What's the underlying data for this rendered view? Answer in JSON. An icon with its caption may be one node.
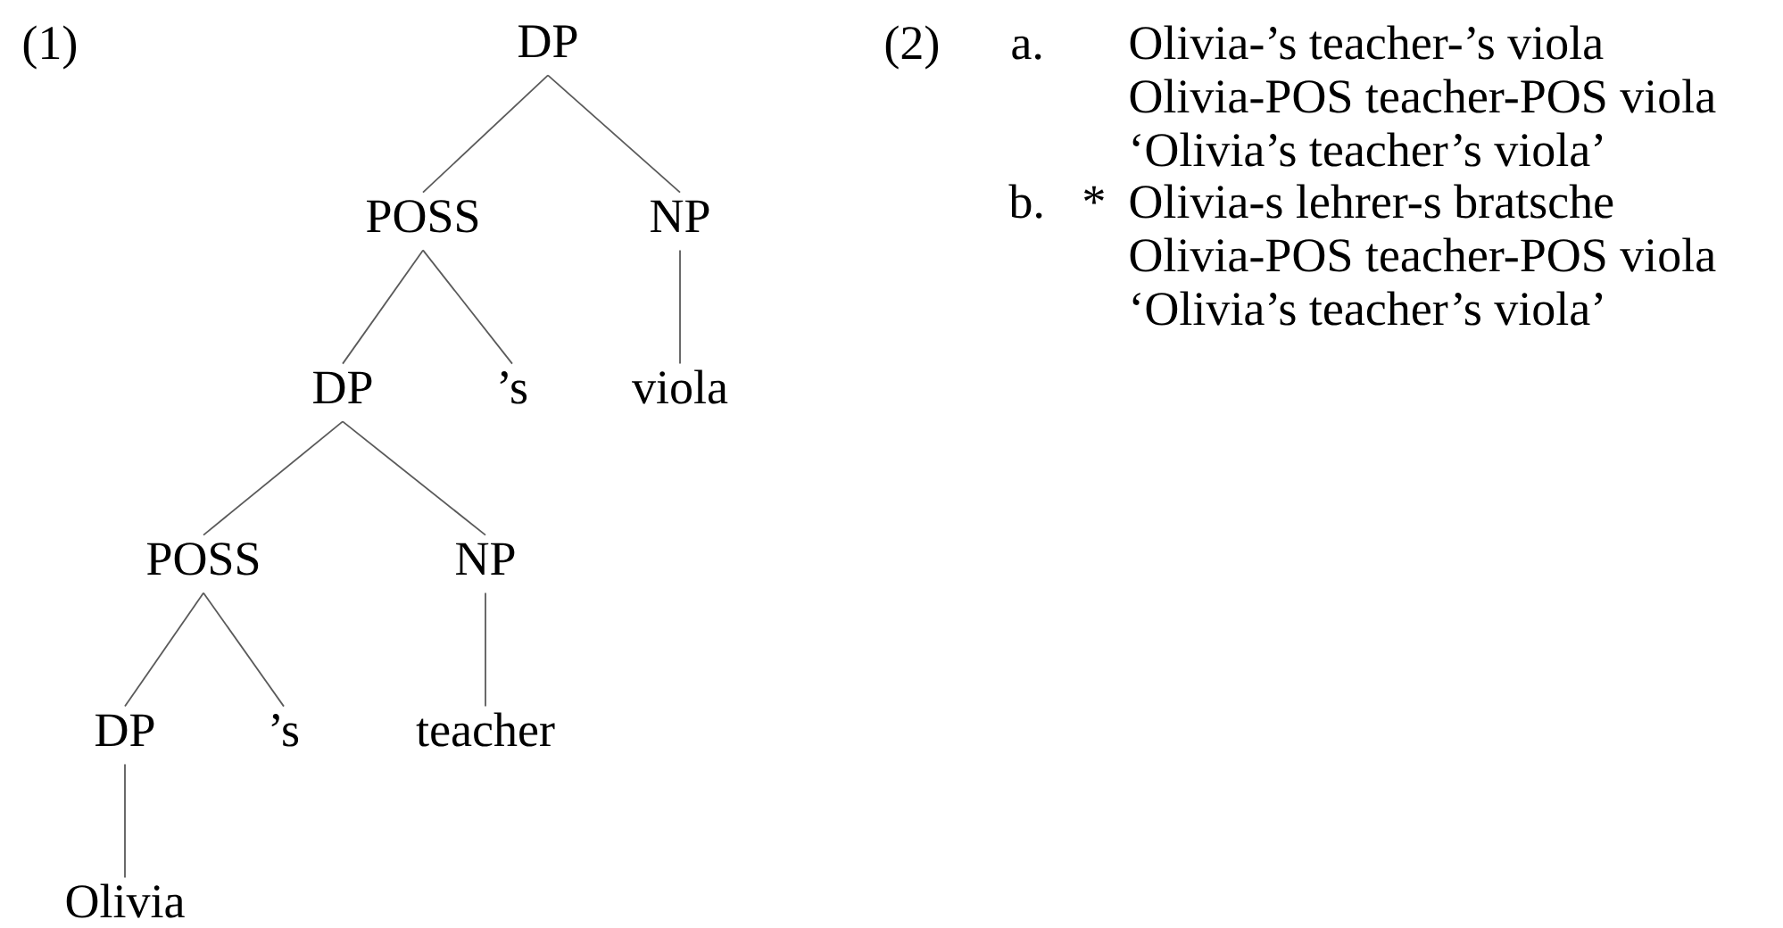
{
  "diagram": {
    "nodes": [
      {
        "text": [
          "DP"
        ]
      },
      {
        "text": [
          "POSS"
        ]
      },
      {
        "text": [
          "NP"
        ]
      },
      {
        "text": [
          "DP"
        ]
      },
      {
        "text": [
          "’s"
        ]
      },
      {
        "text": [
          "viola"
        ]
      },
      {
        "text": [
          "POSS"
        ]
      },
      {
        "text": [
          "NP"
        ]
      },
      {
        "text": [
          "DP"
        ]
      },
      {
        "text": [
          "’s"
        ]
      },
      {
        "text": [
          "teacher"
        ]
      },
      {
        "text": [
          "Olivia"
        ]
      }
    ],
    "edges": [
      {
        "from": 0,
        "to": 1,
        "arrow": "none"
      },
      {
        "from": 0,
        "to": 2,
        "arrow": "none"
      },
      {
        "from": 1,
        "to": 3,
        "arrow": "none"
      },
      {
        "from": 1,
        "to": 4,
        "arrow": "none"
      },
      {
        "from": 2,
        "to": 5,
        "arrow": "none"
      },
      {
        "from": 3,
        "to": 6,
        "arrow": "none"
      },
      {
        "from": 3,
        "to": 7,
        "arrow": "none"
      },
      {
        "from": 6,
        "to": 8,
        "arrow": "none"
      },
      {
        "from": 6,
        "to": 9,
        "arrow": "none"
      },
      {
        "from": 7,
        "to": 10,
        "arrow": "none"
      },
      {
        "from": 8,
        "to": 11,
        "arrow": "none"
      }
    ],
    "labels": [
      "(1)",
      "(2)",
      "a.",
      "Olivia-’s teacher-’s viola",
      "Olivia-POS teacher-POS viola",
      "‘Olivia’s teacher’s viola’",
      "b.",
      "*",
      "Olivia-s lehrer-s bratsche",
      "Olivia-POS teacher-POS viola",
      "‘Olivia’s teacher’s viola’"
    ]
  }
}
